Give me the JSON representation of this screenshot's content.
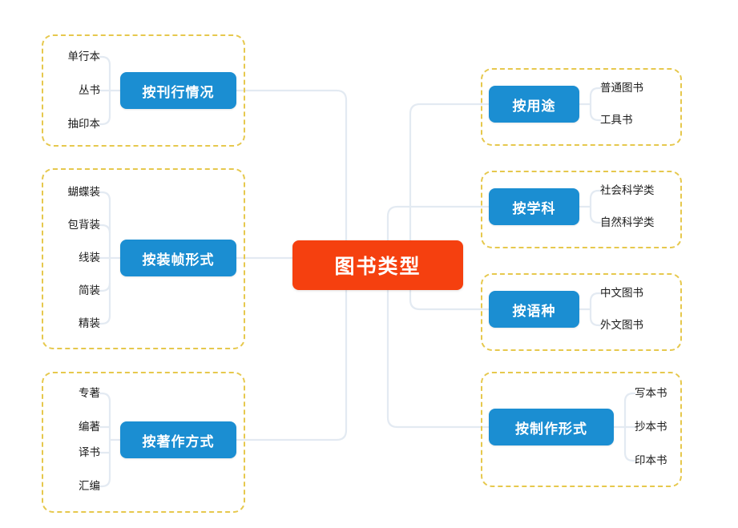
{
  "diagram": {
    "type": "mind-map",
    "title": "图书类型",
    "colors": {
      "root": "#F5400F",
      "branch": "#1B8ED2",
      "frame_dashed": "#E6C84D",
      "connector": "#E3EAF2",
      "leaf_text": "#1A1A1A",
      "background": "#FFFFFF"
    },
    "root": {
      "label": "图书类型"
    },
    "branches": [
      {
        "id": "publication-status",
        "label": "按刊行情况",
        "side": "left",
        "leaves": [
          "单行本",
          "丛书",
          "抽印本"
        ]
      },
      {
        "id": "binding-format",
        "label": "按装帧形式",
        "side": "left",
        "leaves": [
          "蝴蝶装",
          "包背装",
          "线装",
          "简装",
          "精装"
        ]
      },
      {
        "id": "authorship-mode",
        "label": "按著作方式",
        "side": "left",
        "leaves": [
          "专著",
          "编著",
          "译书",
          "汇编"
        ]
      },
      {
        "id": "purpose",
        "label": "按用途",
        "side": "right",
        "leaves": [
          "普通图书",
          "工具书"
        ]
      },
      {
        "id": "discipline",
        "label": "按学科",
        "side": "right",
        "leaves": [
          "社会科学类",
          "自然科学类"
        ]
      },
      {
        "id": "language",
        "label": "按语种",
        "side": "right",
        "leaves": [
          "中文图书",
          "外文图书"
        ]
      },
      {
        "id": "production-form",
        "label": "按制作形式",
        "side": "right",
        "leaves": [
          "写本书",
          "抄本书",
          "印本书"
        ]
      }
    ]
  }
}
